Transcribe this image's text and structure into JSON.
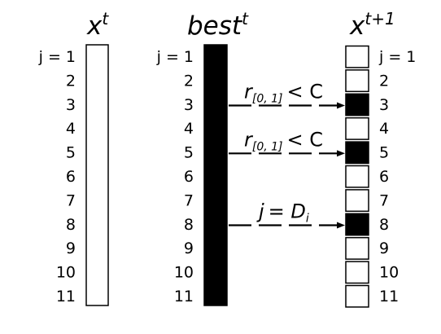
{
  "titles": {
    "left": {
      "base": "x",
      "sup": "t"
    },
    "middle": {
      "base": "best",
      "sup": "t"
    },
    "right": {
      "base": "x",
      "sup": "t+1"
    }
  },
  "first_row_label": "j = 1",
  "row_labels": [
    "1",
    "2",
    "3",
    "4",
    "5",
    "6",
    "7",
    "8",
    "9",
    "10",
    "11"
  ],
  "right_cells_filled": [
    false,
    false,
    true,
    false,
    true,
    false,
    false,
    true,
    false,
    false,
    false
  ],
  "arrows": [
    {
      "row": 3,
      "var": "r",
      "sub": "[0, 1]",
      "op": "< C"
    },
    {
      "row": 5,
      "var": "r",
      "sub": "[0, 1]",
      "op": "< C"
    },
    {
      "row": 8,
      "var": "j",
      "sub": "",
      "op": "= D",
      "op_sub": "i"
    }
  ],
  "colors": {
    "stroke": "#000000",
    "fill_dark": "#000000",
    "fill_light": "#ffffff"
  }
}
